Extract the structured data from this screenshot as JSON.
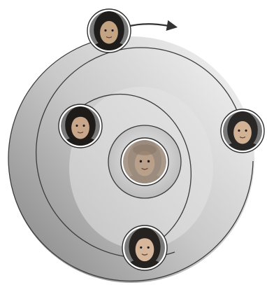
{
  "diagram": {
    "type": "concentric-spiral",
    "rings": 4,
    "arrow_direction": "clockwise",
    "colors": {
      "disk_light": "#f5f5f5",
      "disk_dark": "#8d8d8d",
      "ring_stroke": "#3c3c3c",
      "arrow": "#333333",
      "photo_frame": "#ffffff",
      "photo_outline": "#2f2f2f"
    },
    "portraits": [
      {
        "id": "outer-top",
        "ring": 4,
        "description": "woman-in-headscarf",
        "skin": "#c4a383",
        "hair": "#2a2420",
        "scarf": "#1f1d1c"
      },
      {
        "id": "outer-right",
        "ring": 3,
        "description": "girl-in-headscarf",
        "skin": "#d2b295",
        "hair": "#2c2622",
        "scarf": "#2a2827"
      },
      {
        "id": "upper-left",
        "ring": 2,
        "description": "child-dark-hair",
        "skin": "#c9a68a",
        "hair": "#1e1b19",
        "scarf": "#1e1b19"
      },
      {
        "id": "center",
        "ring": 1,
        "description": "baby",
        "skin": "#b9a08a",
        "hair": "#8d7b6b",
        "scarf": "#9c8c7e"
      },
      {
        "id": "bottom",
        "ring": 2,
        "description": "girl-smiling",
        "skin": "#d7b79c",
        "hair": "#262220",
        "scarf": "#262220"
      }
    ]
  }
}
